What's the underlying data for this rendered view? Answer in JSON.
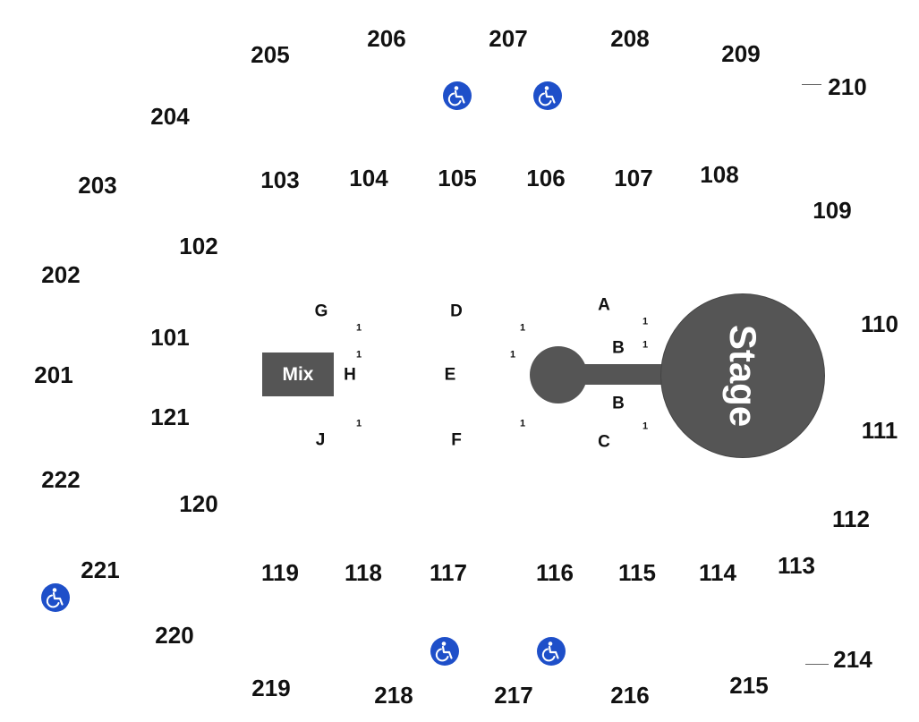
{
  "map": {
    "upper_sections": [
      "201",
      "202",
      "203",
      "204",
      "205",
      "206",
      "207",
      "208",
      "209",
      "210",
      "214",
      "215",
      "216",
      "217",
      "218",
      "219",
      "220",
      "221",
      "222"
    ],
    "lower_sections": [
      "101",
      "102",
      "103",
      "104",
      "105",
      "106",
      "107",
      "108",
      "109",
      "110",
      "111",
      "112",
      "113",
      "114",
      "115",
      "116",
      "117",
      "118",
      "119",
      "120",
      "121"
    ],
    "floor_sections": [
      "A",
      "B",
      "B",
      "C",
      "D",
      "E",
      "F",
      "G",
      "H",
      "J"
    ],
    "row_marker": "1",
    "mix_label": "Mix",
    "stage_label": "Stage",
    "accessibility_icon": "wheelchair-icon",
    "colors": {
      "structure": "#555555",
      "accessible": "#1e4fc9",
      "text": "#111111"
    }
  }
}
